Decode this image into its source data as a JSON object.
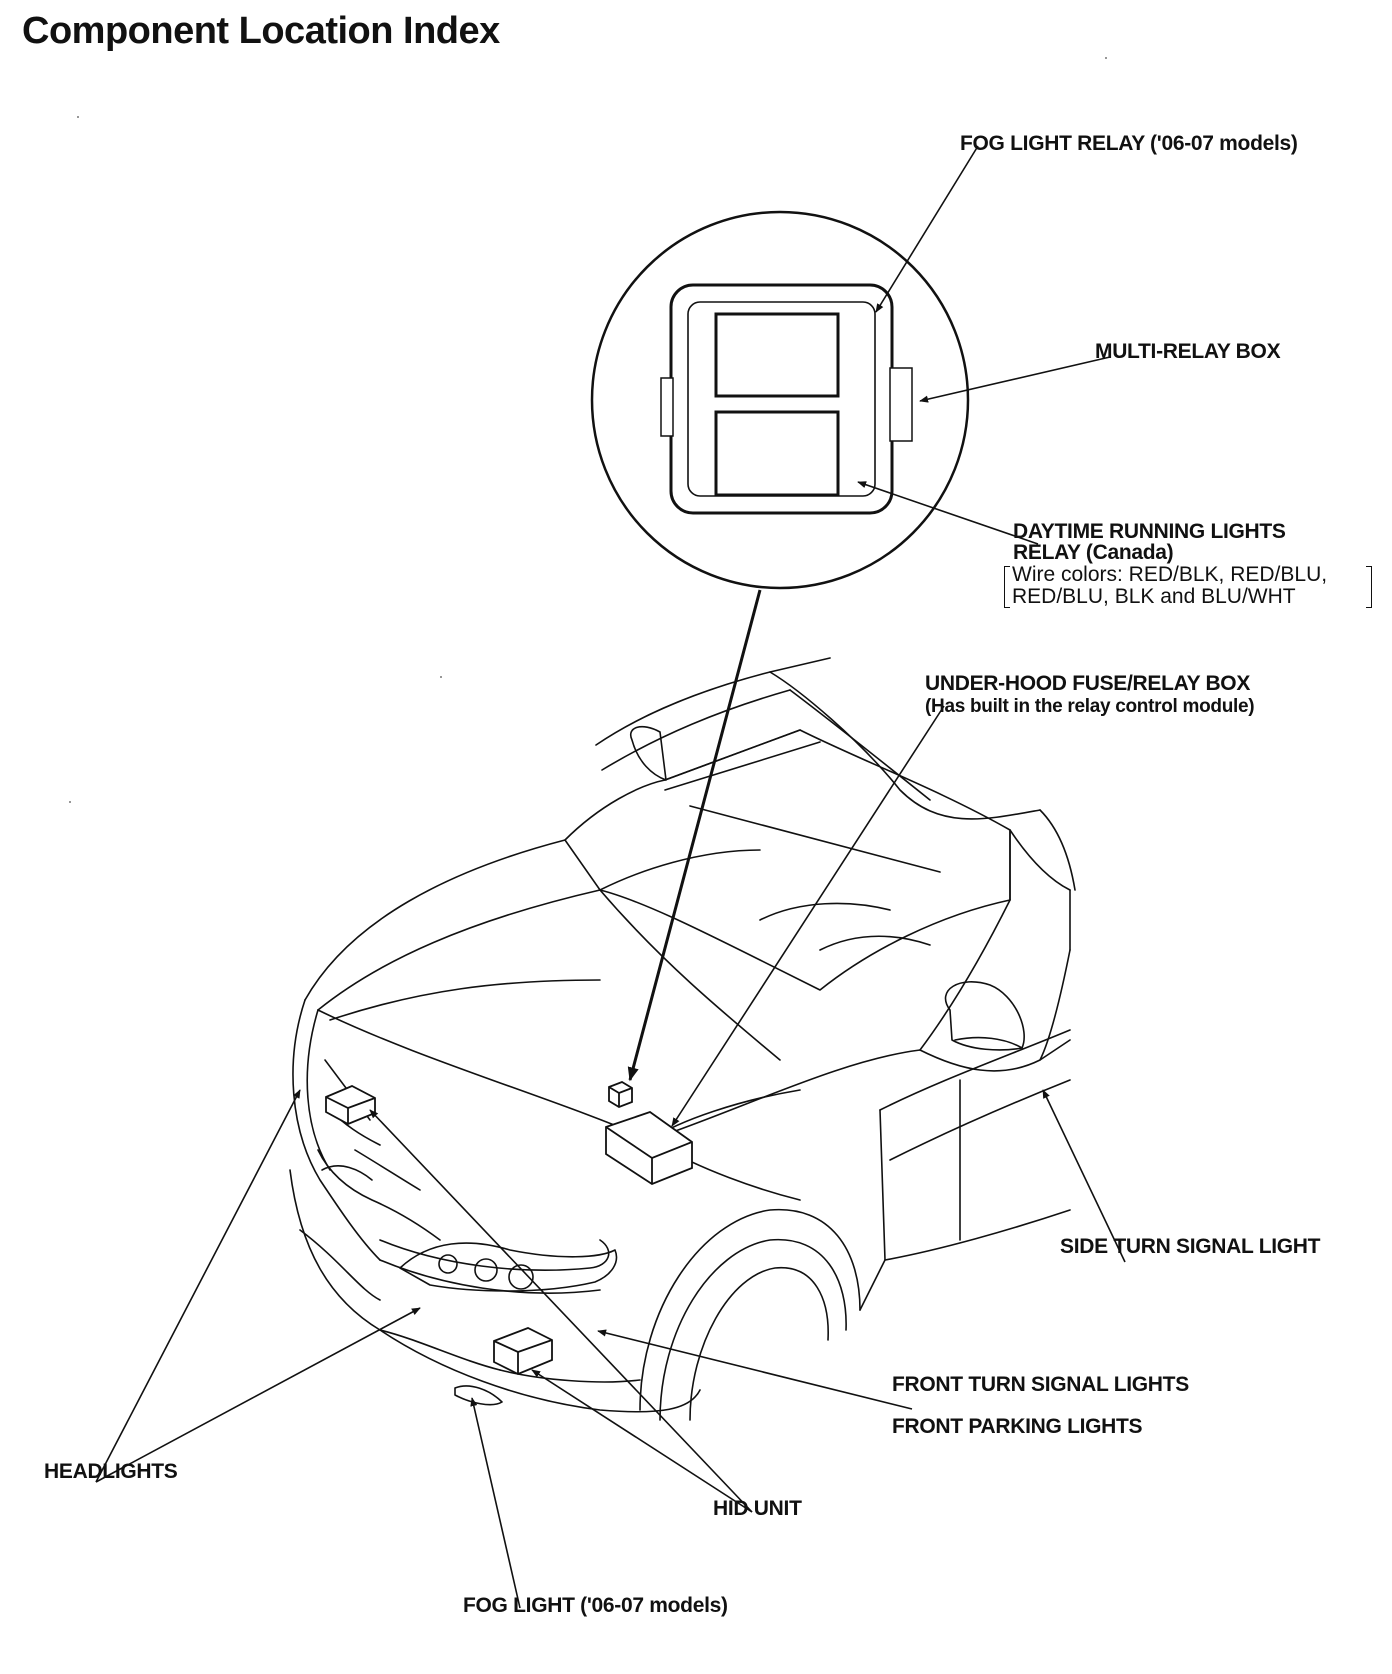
{
  "title": "Component Location Index",
  "labels": {
    "fog_light_relay": "FOG LIGHT RELAY ('06-07 models)",
    "multi_relay_box": "MULTI-RELAY BOX",
    "drl_relay_line1": "DAYTIME RUNNING LIGHTS",
    "drl_relay_line2": "RELAY (Canada)",
    "drl_wire_line1": "Wire colors: RED/BLK, RED/BLU,",
    "drl_wire_line2": "RED/BLU, BLK and BLU/WHT",
    "under_hood_line1": "UNDER-HOOD FUSE/RELAY BOX",
    "under_hood_line2": "(Has built in the relay control module)",
    "side_turn_signal": "SIDE TURN SIGNAL LIGHT",
    "front_turn_signal": "FRONT TURN SIGNAL LIGHTS",
    "front_parking": "FRONT PARKING LIGHTS",
    "headlights": "HEADLIGHTS",
    "hid_unit": "HID UNIT",
    "fog_light": "FOG LIGHT ('06-07 models)"
  }
}
